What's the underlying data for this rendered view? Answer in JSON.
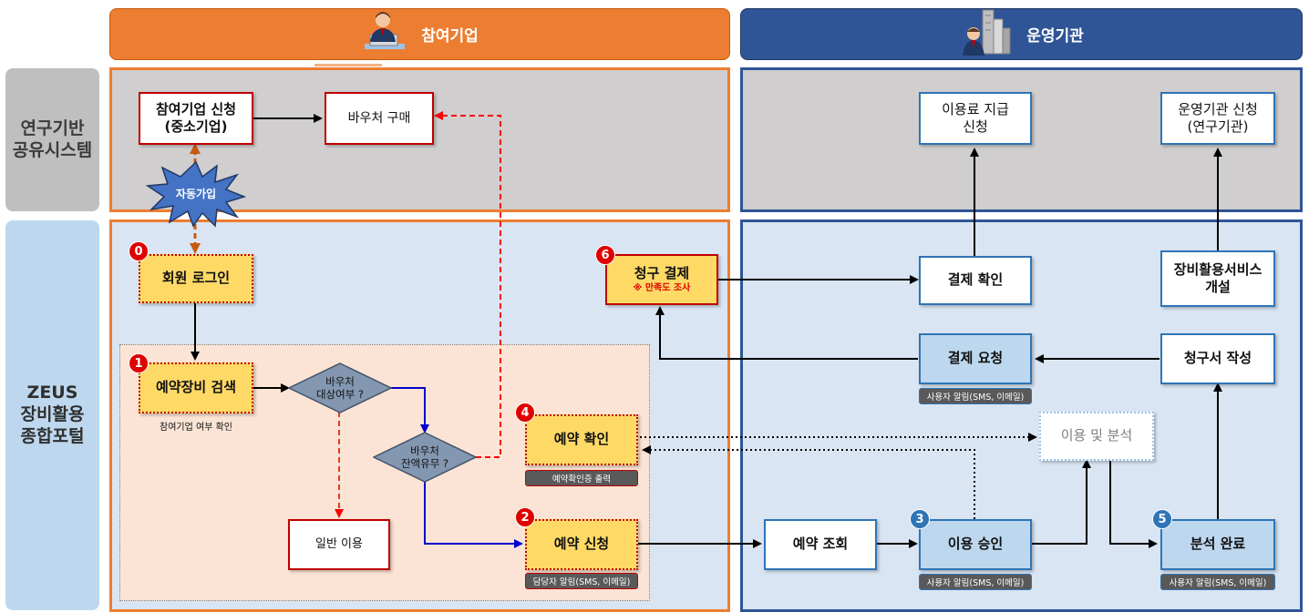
{
  "headers": {
    "left": "참여기업",
    "right": "운영기관"
  },
  "rows": {
    "top": [
      "연구기반",
      "공유시스템"
    ],
    "bottom": [
      "ZEUS",
      "장비활용",
      "종합포털"
    ]
  },
  "nodes": {
    "join_request": [
      "참여기업 신청",
      "(중소기업)"
    ],
    "voucher_buy": "바우처 구매",
    "auto_join": "자동가입",
    "login": "회원 로그인",
    "search": "예약장비 검색",
    "search_note": "참여기업 여부 확인",
    "voucher_target": [
      "바우처",
      "대상여부 ?"
    ],
    "voucher_balance": [
      "바우처",
      "잔액유무 ?"
    ],
    "general_use": "일반 이용",
    "reserve_confirm": "예약 확인",
    "reserve_confirm_note": "예약확인증 출력",
    "reserve_apply": "예약 신청",
    "reserve_apply_note": "담당자 알림(SMS, 이메일)",
    "billing": "청구 결제",
    "billing_sub": "※ 만족도 조사",
    "fee_request": [
      "이용료 지급",
      "신청"
    ],
    "org_request": [
      "운영기관 신청",
      "(연구기관)"
    ],
    "pay_confirm": "결제 확인",
    "service_open": [
      "장비활용서비스",
      "개설"
    ],
    "pay_request": "결제 요청",
    "pay_request_note": "사용자 알림(SMS, 이메일)",
    "invoice": "청구서 작성",
    "usage_analysis": "이용 및 분석",
    "reserve_lookup": "예약 조회",
    "use_approve": "이용 승인",
    "use_approve_note": "사용자 알림(SMS, 이메일)",
    "analysis_done": "분석 완료",
    "analysis_done_note": "사용자 알림(SMS, 이메일)"
  },
  "step_numbers": {
    "login": "0",
    "search": "1",
    "reserve_apply": "2",
    "use_approve": "3",
    "reserve_confirm": "4",
    "analysis_done": "5",
    "billing": "6"
  },
  "colors": {
    "orange": "#ed7d31",
    "navy": "#2f5597",
    "red": "#c00000",
    "step_red": "#e00000",
    "step_blue": "#2e75b6",
    "yellow": "#ffd966",
    "light_blue": "#bdd7ee",
    "zone_blue": "#dae5f3",
    "zone_gray": "#d0cece",
    "inner_peach": "#fbe4d5"
  },
  "icons": [
    "business-person-laptop-icon",
    "business-person-building-icon",
    "burst-star-shape"
  ]
}
